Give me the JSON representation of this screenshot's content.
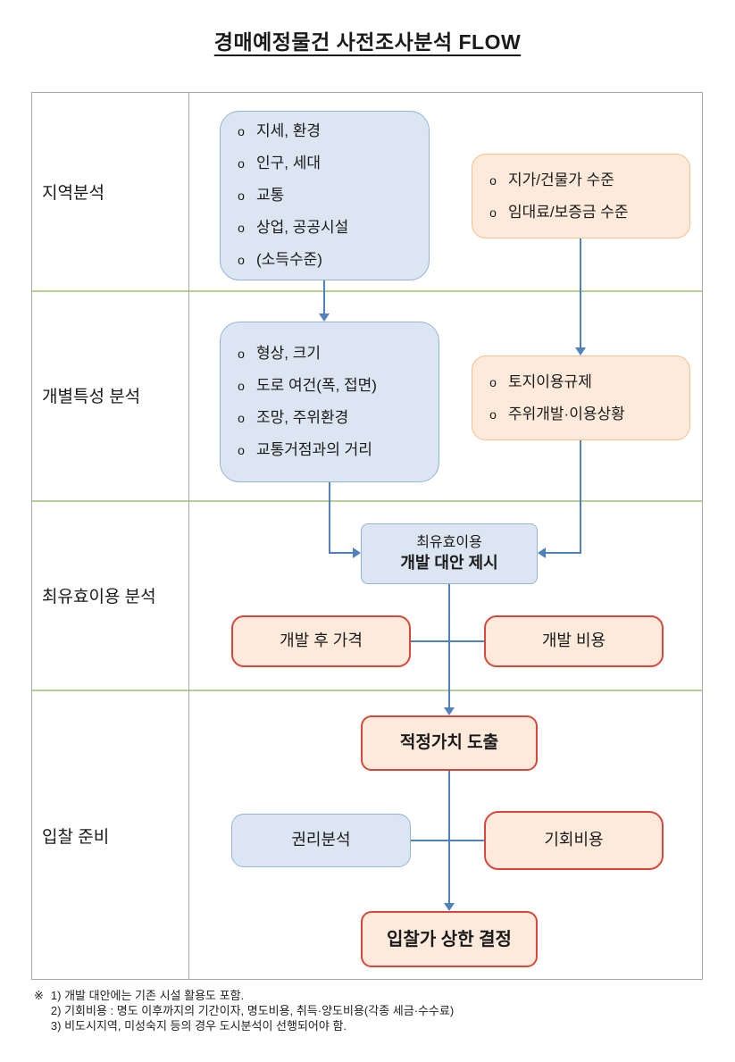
{
  "title": "경매예정물건 사전조사분석 FLOW",
  "bullet_char": "o",
  "stages": [
    {
      "label": "지역분석"
    },
    {
      "label": "개별특성 분석"
    },
    {
      "label": "최유효이용 분석"
    },
    {
      "label": "입찰 준비"
    }
  ],
  "region": {
    "factors": [
      "지세, 환경",
      "인구, 세대",
      "교통",
      "상업, 공공시설",
      "(소득수준)"
    ],
    "market": [
      "지가/건물가 수준",
      "임대료/보증금 수준"
    ]
  },
  "individual": {
    "factors": [
      "형상, 크기",
      "도로 여건(폭, 접면)",
      "조망, 주위환경",
      "교통거점과의 거리"
    ],
    "regulation": [
      "토지이용규제",
      "주위개발·이용상황"
    ]
  },
  "best_use": {
    "line1": "최유효이용",
    "line2": "개발 대안 제시",
    "dev_price": "개발 후 가격",
    "dev_cost": "개발 비용"
  },
  "bid": {
    "fair_value": "적정가치 도출",
    "rights": "권리분석",
    "opportunity": "기회비용",
    "bid_cap": "입찰가 상한 결정"
  },
  "footnotes": {
    "marker": "※",
    "lines": [
      "1) 개발 대안에는 기존 시설 활용도 포함.",
      "2) 기회비용 : 명도 이후까지의 기간이자,  명도비용, 취득·양도비용(각종 세금·수수료)",
      "3) 비도시지역, 미성숙지 등의 경우 도시분석이 선행되어야 함."
    ]
  },
  "colors": {
    "blue_fill": "#dce6f2",
    "blue_border": "#95b3d7",
    "orange_fill": "#fdeada",
    "orange_border": "#fabf8f",
    "red_border": "#d9473b",
    "arrow": "#4f81bd",
    "grid_green": "#b8cf94",
    "frame_gray": "#a6a6a6",
    "text": "#1a1a1a"
  }
}
